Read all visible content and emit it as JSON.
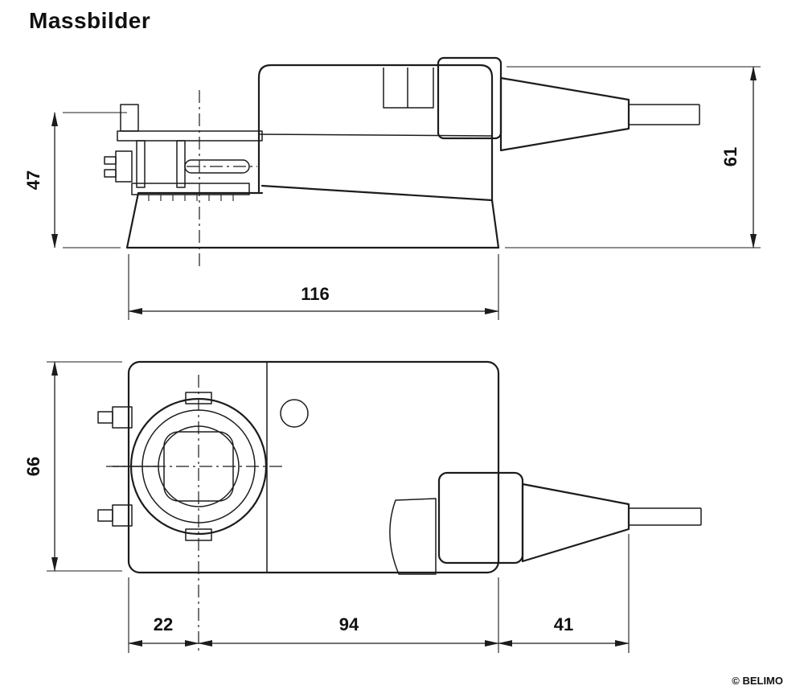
{
  "page": {
    "title": "Massbilder",
    "copyright": "© BELIMO"
  },
  "side_view": {
    "dim_height_bracket": "47",
    "dim_height_total": "61",
    "dim_width": "116"
  },
  "plan_view": {
    "dim_height": "66",
    "dim_left": "22",
    "dim_body": "94",
    "dim_cable": "41"
  }
}
